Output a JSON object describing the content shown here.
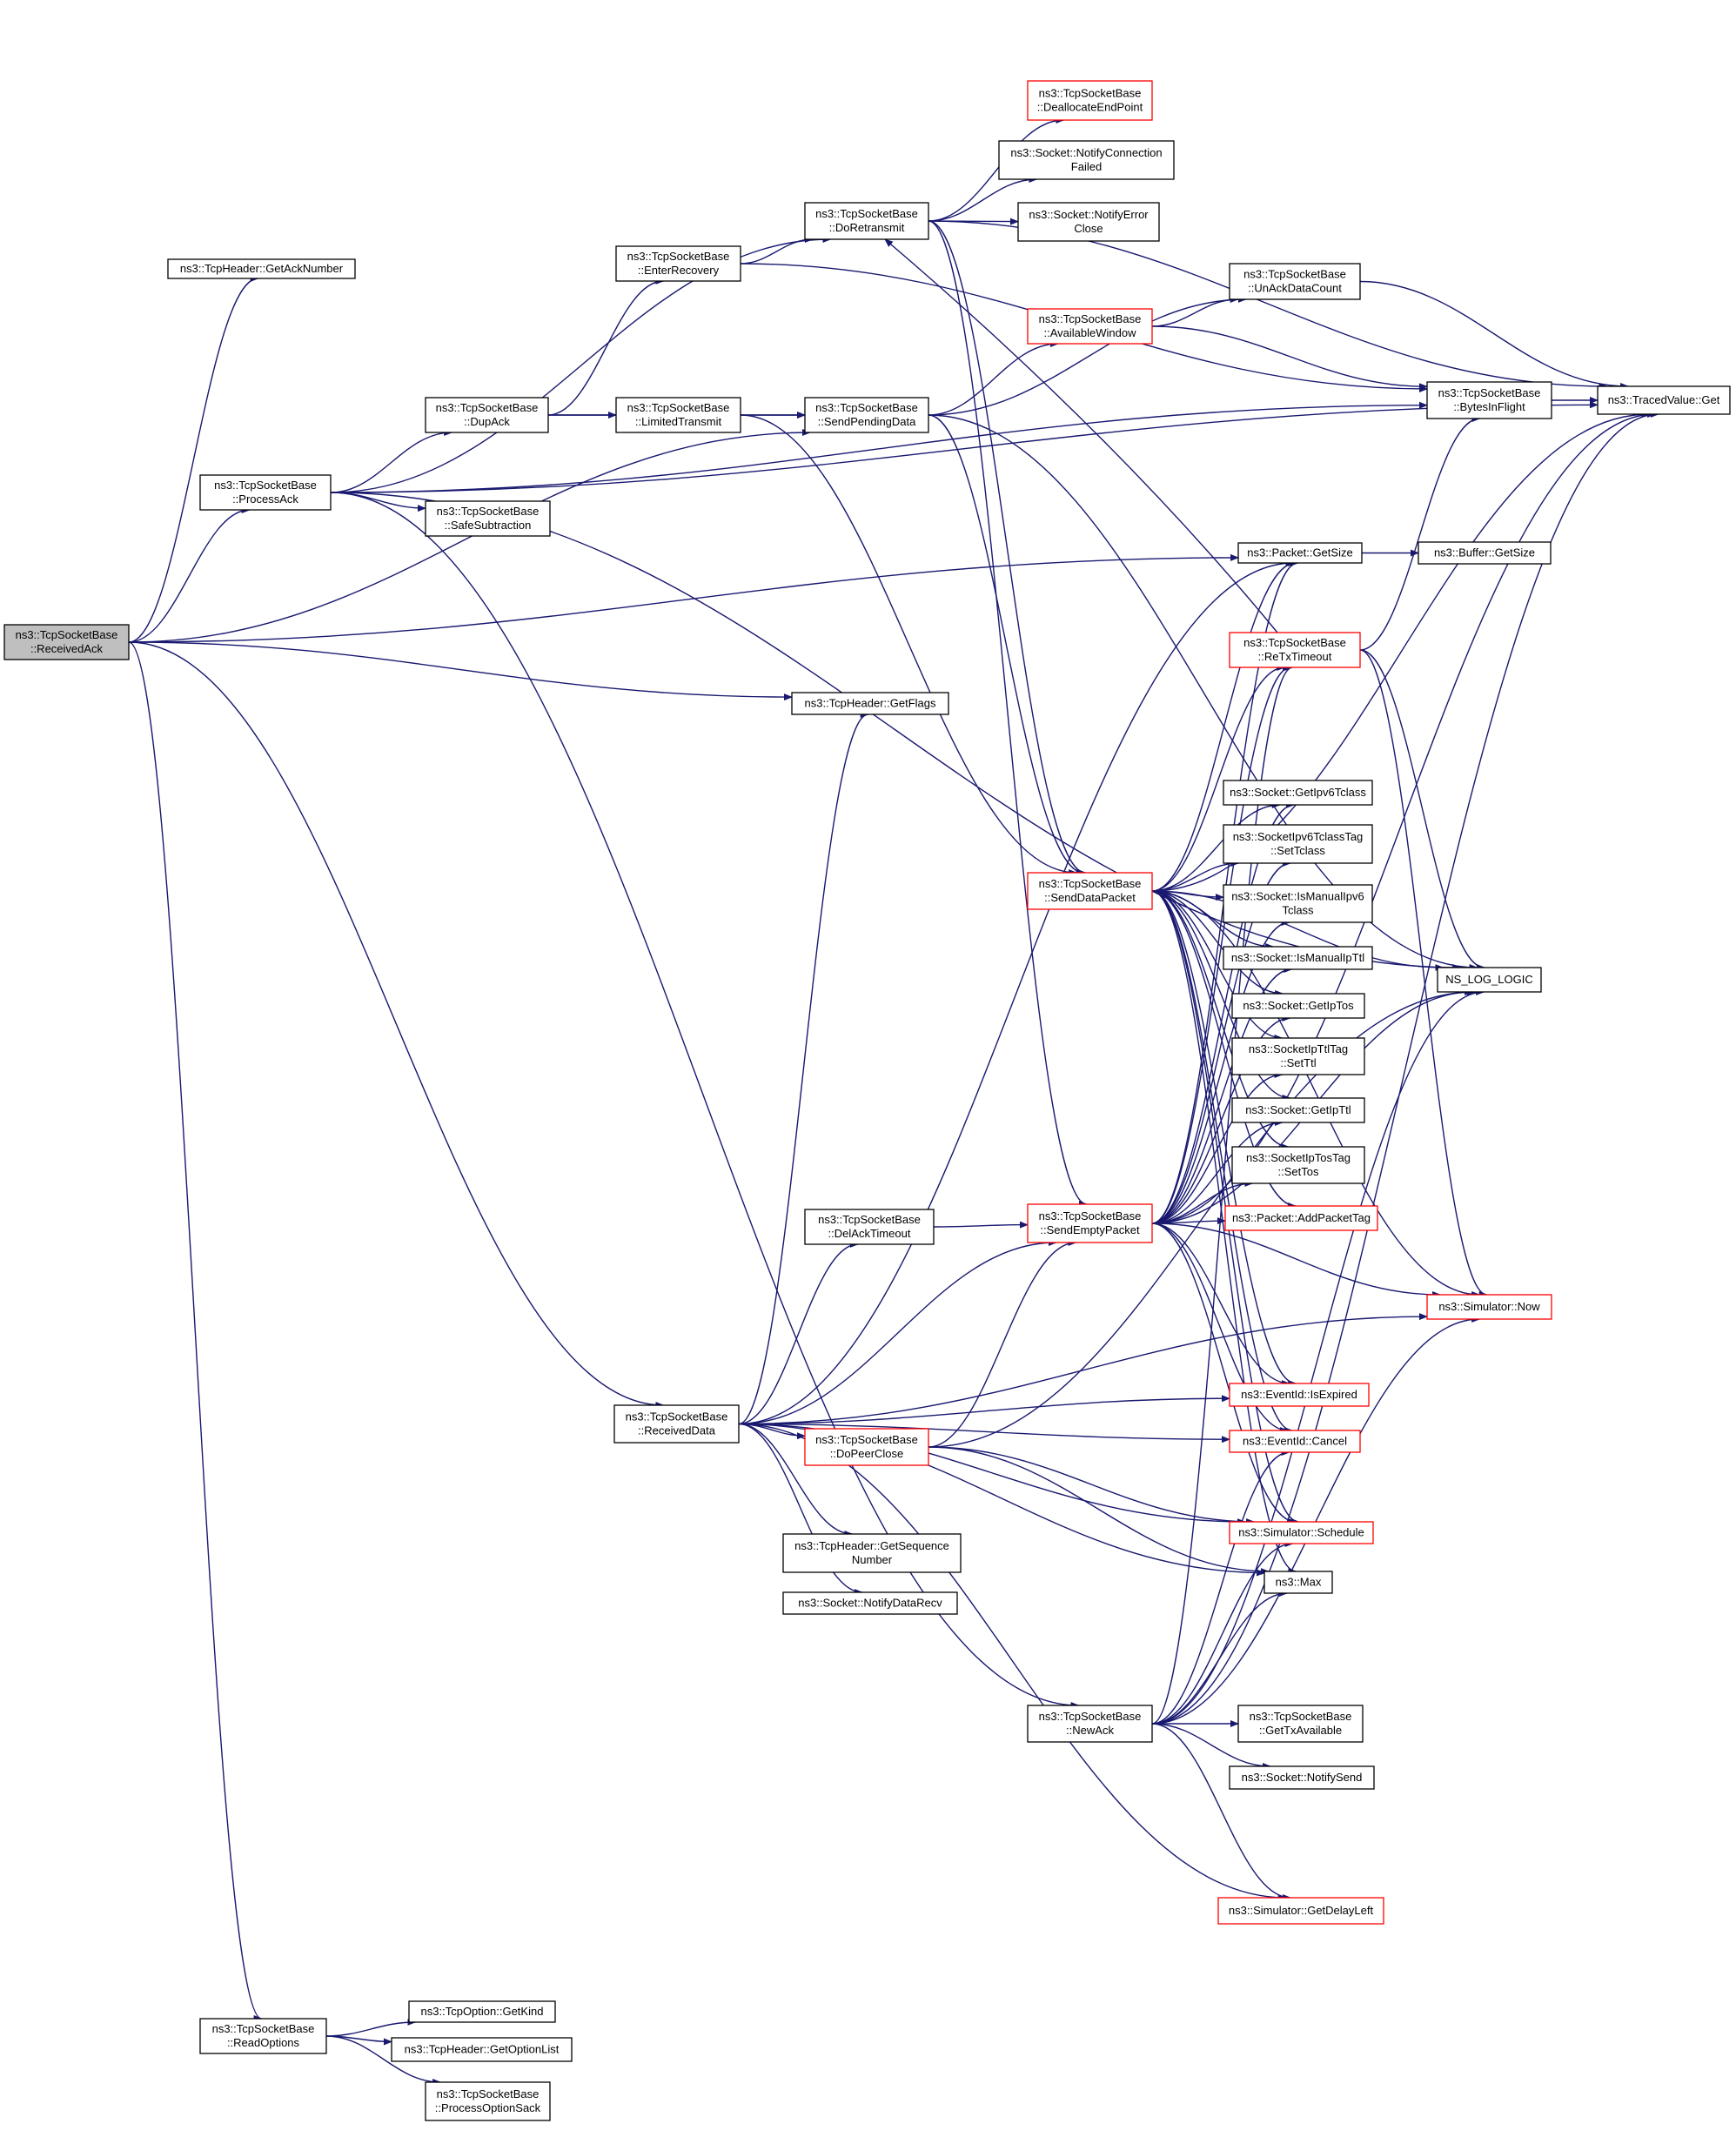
{
  "colors": {
    "edge": "#191970",
    "node_border": "#000000",
    "node_border_truncated": "#ff0000",
    "node_fill": "#ffffff",
    "root_fill": "#bfbfbf",
    "text": "#000000"
  },
  "nodes": [
    {
      "id": "receivedack",
      "lines": [
        "ns3::TcpSocketBase",
        "::ReceivedAck"
      ],
      "root": true
    },
    {
      "id": "getacknumber",
      "lines": [
        "ns3::TcpHeader::GetAckNumber"
      ]
    },
    {
      "id": "processack",
      "lines": [
        "ns3::TcpSocketBase",
        "::ProcessAck"
      ]
    },
    {
      "id": "dupack",
      "lines": [
        "ns3::TcpSocketBase",
        "::DupAck"
      ]
    },
    {
      "id": "safesubtraction",
      "lines": [
        "ns3::TcpSocketBase",
        "::SafeSubtraction"
      ]
    },
    {
      "id": "enterrecovery",
      "lines": [
        "ns3::TcpSocketBase",
        "::EnterRecovery"
      ]
    },
    {
      "id": "limitedtransmit",
      "lines": [
        "ns3::TcpSocketBase",
        "::LimitedTransmit"
      ]
    },
    {
      "id": "doretransmit",
      "lines": [
        "ns3::TcpSocketBase",
        "::DoRetransmit"
      ]
    },
    {
      "id": "sendpendingdata",
      "lines": [
        "ns3::TcpSocketBase",
        "::SendPendingData"
      ]
    },
    {
      "id": "deallocateendpoint",
      "lines": [
        "ns3::TcpSocketBase",
        "::DeallocateEndPoint"
      ],
      "red": true
    },
    {
      "id": "notifyconnectionfailed",
      "lines": [
        "ns3::Socket::NotifyConnection",
        "Failed"
      ]
    },
    {
      "id": "notifyerrorclose",
      "lines": [
        "ns3::Socket::NotifyError",
        "Close"
      ]
    },
    {
      "id": "availablewindow",
      "lines": [
        "ns3::TcpSocketBase",
        "::AvailableWindow"
      ],
      "red": true
    },
    {
      "id": "unackdatacount",
      "lines": [
        "ns3::TcpSocketBase",
        "::UnAckDataCount"
      ]
    },
    {
      "id": "bytesinflight",
      "lines": [
        "ns3::TcpSocketBase",
        "::BytesInFlight"
      ]
    },
    {
      "id": "tracedvalueget",
      "lines": [
        "ns3::TracedValue::Get"
      ]
    },
    {
      "id": "packetgetsize",
      "lines": [
        "ns3::Packet::GetSize"
      ]
    },
    {
      "id": "buffergetsize",
      "lines": [
        "ns3::Buffer::GetSize"
      ]
    },
    {
      "id": "retxtimeout",
      "lines": [
        "ns3::TcpSocketBase",
        "::ReTxTimeout"
      ],
      "red": true
    },
    {
      "id": "getflags",
      "lines": [
        "ns3::TcpHeader::GetFlags"
      ]
    },
    {
      "id": "getipv6tclass",
      "lines": [
        "ns3::Socket::GetIpv6Tclass"
      ]
    },
    {
      "id": "settclass",
      "lines": [
        "ns3::SocketIpv6TclassTag",
        "::SetTclass"
      ]
    },
    {
      "id": "senddatapacket",
      "lines": [
        "ns3::TcpSocketBase",
        "::SendDataPacket"
      ],
      "red": true
    },
    {
      "id": "ismanualipv6tclass",
      "lines": [
        "ns3::Socket::IsManualIpv6",
        "Tclass"
      ]
    },
    {
      "id": "ismanualipttl",
      "lines": [
        "ns3::Socket::IsManualIpTtl"
      ]
    },
    {
      "id": "nsloglogic",
      "lines": [
        "NS_LOG_LOGIC"
      ]
    },
    {
      "id": "getiptos",
      "lines": [
        "ns3::Socket::GetIpTos"
      ]
    },
    {
      "id": "setttl",
      "lines": [
        "ns3::SocketIpTtlTag",
        "::SetTtl"
      ]
    },
    {
      "id": "getipttl",
      "lines": [
        "ns3::Socket::GetIpTtl"
      ]
    },
    {
      "id": "settos",
      "lines": [
        "ns3::SocketIpTosTag",
        "::SetTos"
      ]
    },
    {
      "id": "delacktimeout",
      "lines": [
        "ns3::TcpSocketBase",
        "::DelAckTimeout"
      ]
    },
    {
      "id": "sendemptypacket",
      "lines": [
        "ns3::TcpSocketBase",
        "::SendEmptyPacket"
      ],
      "red": true
    },
    {
      "id": "addpackettag",
      "lines": [
        "ns3::Packet::AddPacketTag"
      ],
      "red": true
    },
    {
      "id": "simulatornow",
      "lines": [
        "ns3::Simulator::Now"
      ],
      "red": true
    },
    {
      "id": "receiveddata",
      "lines": [
        "ns3::TcpSocketBase",
        "::ReceivedData"
      ]
    },
    {
      "id": "iseexpired",
      "lines": [
        "ns3::EventId::IsExpired"
      ],
      "red": true
    },
    {
      "id": "dopeerclose",
      "lines": [
        "ns3::TcpSocketBase",
        "::DoPeerClose"
      ],
      "red": true
    },
    {
      "id": "eventidcancel",
      "lines": [
        "ns3::EventId::Cancel"
      ],
      "red": true
    },
    {
      "id": "simulatorschedule",
      "lines": [
        "ns3::Simulator::Schedule"
      ],
      "red": true
    },
    {
      "id": "getsequencenumber",
      "lines": [
        "ns3::TcpHeader::GetSequence",
        "Number"
      ]
    },
    {
      "id": "max",
      "lines": [
        "ns3::Max"
      ]
    },
    {
      "id": "notifydatarecv",
      "lines": [
        "ns3::Socket::NotifyDataRecv"
      ]
    },
    {
      "id": "newack",
      "lines": [
        "ns3::TcpSocketBase",
        "::NewAck"
      ]
    },
    {
      "id": "gettxavailable",
      "lines": [
        "ns3::TcpSocketBase",
        "::GetTxAvailable"
      ]
    },
    {
      "id": "notifysend",
      "lines": [
        "ns3::Socket::NotifySend"
      ]
    },
    {
      "id": "getdelayleft",
      "lines": [
        "ns3::Simulator::GetDelayLeft"
      ],
      "red": true
    },
    {
      "id": "readoptions",
      "lines": [
        "ns3::TcpSocketBase",
        "::ReadOptions"
      ]
    },
    {
      "id": "getkind",
      "lines": [
        "ns3::TcpOption::GetKind"
      ]
    },
    {
      "id": "getoptionlist",
      "lines": [
        "ns3::TcpHeader::GetOptionList"
      ]
    },
    {
      "id": "processoptionsack",
      "lines": [
        "ns3::TcpSocketBase",
        "::ProcessOptionSack"
      ]
    }
  ],
  "edges": [
    [
      "receivedack",
      "getacknumber"
    ],
    [
      "receivedack",
      "processack"
    ],
    [
      "receivedack",
      "sendpendingdata"
    ],
    [
      "receivedack",
      "packetgetsize"
    ],
    [
      "receivedack",
      "getflags"
    ],
    [
      "receivedack",
      "receiveddata"
    ],
    [
      "receivedack",
      "readoptions"
    ],
    [
      "processack",
      "tracedvalueget"
    ],
    [
      "processack",
      "doretransmit"
    ],
    [
      "processack",
      "dupack"
    ],
    [
      "processack",
      "safesubtraction"
    ],
    [
      "processack",
      "bytesinflight"
    ],
    [
      "processack",
      "nsloglogic"
    ],
    [
      "processack",
      "newack"
    ],
    [
      "dupack",
      "enterrecovery"
    ],
    [
      "dupack",
      "limitedtransmit"
    ],
    [
      "dupack",
      "sendpendingdata"
    ],
    [
      "enterrecovery",
      "doretransmit"
    ],
    [
      "enterrecovery",
      "bytesinflight"
    ],
    [
      "limitedtransmit",
      "sendpendingdata"
    ],
    [
      "limitedtransmit",
      "senddatapacket"
    ],
    [
      "doretransmit",
      "deallocateendpoint"
    ],
    [
      "doretransmit",
      "notifyconnectionfailed"
    ],
    [
      "doretransmit",
      "notifyerrorclose"
    ],
    [
      "doretransmit",
      "tracedvalueget"
    ],
    [
      "doretransmit",
      "senddatapacket"
    ],
    [
      "doretransmit",
      "sendemptypacket"
    ],
    [
      "sendpendingdata",
      "availablewindow"
    ],
    [
      "sendpendingdata",
      "unackdatacount"
    ],
    [
      "sendpendingdata",
      "nsloglogic"
    ],
    [
      "sendpendingdata",
      "senddatapacket"
    ],
    [
      "availablewindow",
      "unackdatacount"
    ],
    [
      "availablewindow",
      "bytesinflight"
    ],
    [
      "unackdatacount",
      "tracedvalueget"
    ],
    [
      "bytesinflight",
      "tracedvalueget"
    ],
    [
      "packetgetsize",
      "buffergetsize"
    ],
    [
      "retxtimeout",
      "doretransmit"
    ],
    [
      "retxtimeout",
      "bytesinflight"
    ],
    [
      "retxtimeout",
      "nsloglogic"
    ],
    [
      "retxtimeout",
      "simulatornow"
    ],
    [
      "senddatapacket",
      "packetgetsize"
    ],
    [
      "senddatapacket",
      "retxtimeout"
    ],
    [
      "senddatapacket",
      "getipv6tclass"
    ],
    [
      "senddatapacket",
      "settclass"
    ],
    [
      "senddatapacket",
      "ismanualipv6tclass"
    ],
    [
      "senddatapacket",
      "ismanualipttl"
    ],
    [
      "senddatapacket",
      "getiptos"
    ],
    [
      "senddatapacket",
      "setttl"
    ],
    [
      "senddatapacket",
      "getipttl"
    ],
    [
      "senddatapacket",
      "settos"
    ],
    [
      "senddatapacket",
      "addpackettag"
    ],
    [
      "senddatapacket",
      "nsloglogic"
    ],
    [
      "senddatapacket",
      "tracedvalueget"
    ],
    [
      "senddatapacket",
      "simulatornow"
    ],
    [
      "senddatapacket",
      "iseexpired"
    ],
    [
      "senddatapacket",
      "eventidcancel"
    ],
    [
      "senddatapacket",
      "simulatorschedule"
    ],
    [
      "senddatapacket",
      "max"
    ],
    [
      "sendemptypacket",
      "packetgetsize"
    ],
    [
      "sendemptypacket",
      "retxtimeout"
    ],
    [
      "sendemptypacket",
      "getipv6tclass"
    ],
    [
      "sendemptypacket",
      "settclass"
    ],
    [
      "sendemptypacket",
      "ismanualipv6tclass"
    ],
    [
      "sendemptypacket",
      "ismanualipttl"
    ],
    [
      "sendemptypacket",
      "getiptos"
    ],
    [
      "sendemptypacket",
      "setttl"
    ],
    [
      "sendemptypacket",
      "getipttl"
    ],
    [
      "sendemptypacket",
      "settos"
    ],
    [
      "sendemptypacket",
      "addpackettag"
    ],
    [
      "sendemptypacket",
      "nsloglogic"
    ],
    [
      "sendemptypacket",
      "simulatornow"
    ],
    [
      "sendemptypacket",
      "tracedvalueget"
    ],
    [
      "sendemptypacket",
      "iseexpired"
    ],
    [
      "sendemptypacket",
      "eventidcancel"
    ],
    [
      "sendemptypacket",
      "simulatorschedule"
    ],
    [
      "delacktimeout",
      "sendemptypacket"
    ],
    [
      "receiveddata",
      "getflags"
    ],
    [
      "receiveddata",
      "packetgetsize"
    ],
    [
      "receiveddata",
      "delacktimeout"
    ],
    [
      "receiveddata",
      "sendemptypacket"
    ],
    [
      "receiveddata",
      "dopeerclose"
    ],
    [
      "receiveddata",
      "iseexpired"
    ],
    [
      "receiveddata",
      "eventidcancel"
    ],
    [
      "receiveddata",
      "getsequencenumber"
    ],
    [
      "receiveddata",
      "notifydatarecv"
    ],
    [
      "receiveddata",
      "simulatorschedule"
    ],
    [
      "receiveddata",
      "max"
    ],
    [
      "receiveddata",
      "getdelayleft"
    ],
    [
      "receiveddata",
      "simulatornow"
    ],
    [
      "dopeerclose",
      "sendemptypacket"
    ],
    [
      "dopeerclose",
      "nsloglogic"
    ],
    [
      "dopeerclose",
      "simulatorschedule"
    ],
    [
      "dopeerclose",
      "max"
    ],
    [
      "newack",
      "retxtimeout"
    ],
    [
      "newack",
      "eventidcancel"
    ],
    [
      "newack",
      "simulatorschedule"
    ],
    [
      "newack",
      "max"
    ],
    [
      "newack",
      "gettxavailable"
    ],
    [
      "newack",
      "notifysend"
    ],
    [
      "newack",
      "nsloglogic"
    ],
    [
      "newack",
      "simulatornow"
    ],
    [
      "newack",
      "getdelayleft"
    ],
    [
      "newack",
      "tracedvalueget"
    ],
    [
      "readoptions",
      "getkind"
    ],
    [
      "readoptions",
      "getoptionlist"
    ],
    [
      "readoptions",
      "processoptionsack"
    ]
  ]
}
